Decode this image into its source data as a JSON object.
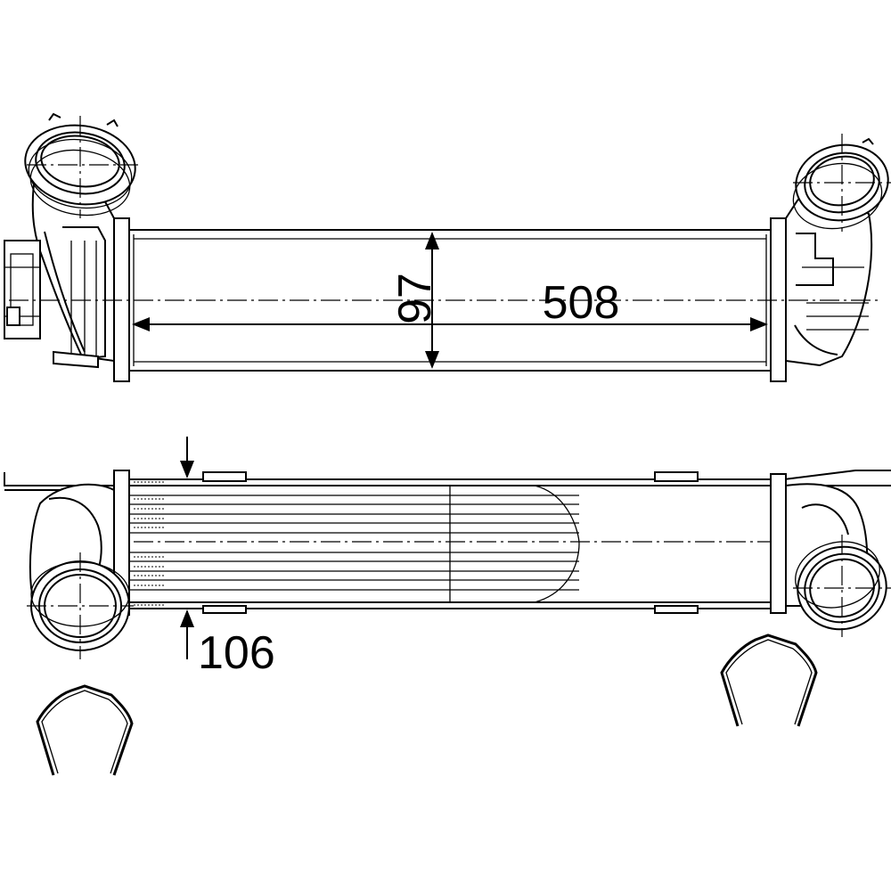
{
  "dimensions": {
    "length": "508",
    "height": "97",
    "depth": "106"
  },
  "colors": {
    "line": "#000000",
    "background": "#ffffff"
  }
}
